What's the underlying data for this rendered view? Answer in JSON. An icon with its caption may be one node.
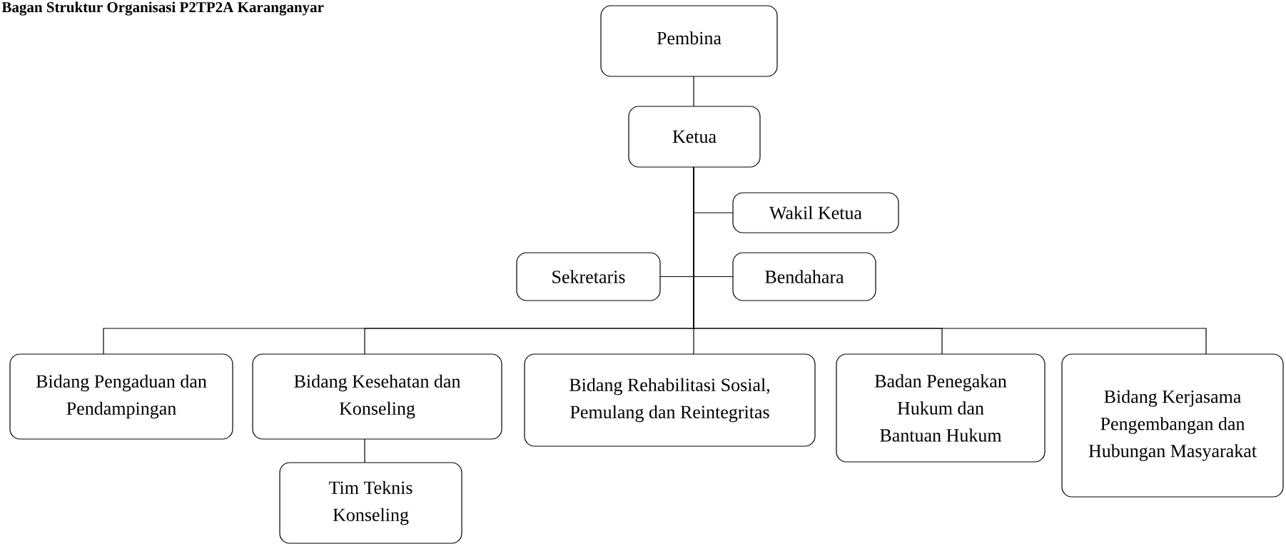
{
  "diagram": {
    "title": "Bagan Struktur Organisasi P2TP2A Karanganyar",
    "nodes": [
      {
        "text": [
          "Pembina"
        ]
      },
      {
        "text": [
          "Ketua"
        ]
      },
      {
        "text": [
          "Wakil Ketua"
        ]
      },
      {
        "text": [
          "Sekretaris"
        ]
      },
      {
        "text": [
          "Bendahara"
        ]
      },
      {
        "text": [
          "Bidang Pengaduan dan Pendampingan"
        ]
      },
      {
        "text": [
          "Bidang Kesehatan dan Konseling"
        ]
      },
      {
        "text": [
          "Tim Teknis Konseling"
        ]
      },
      {
        "text": [
          "Bidang Rehabilitasi Sosial, Pemulang dan Reintegritas"
        ]
      },
      {
        "text": [
          "Badan Penegakan Hukum dan Bantuan Hukum"
        ]
      },
      {
        "text": [
          "Bidang Kerjasama Pengembangan dan Hubungan Masyarakat"
        ]
      }
    ],
    "edges": [
      {
        "from": 0,
        "to": 1,
        "arrow": "none"
      },
      {
        "from": 1,
        "to": 2,
        "arrow": "none"
      },
      {
        "from": 1,
        "to": 3,
        "arrow": "none"
      },
      {
        "from": 1,
        "to": 4,
        "arrow": "none"
      },
      {
        "from": 1,
        "to": 5,
        "arrow": "none"
      },
      {
        "from": 1,
        "to": 6,
        "arrow": "none"
      },
      {
        "from": 1,
        "to": 8,
        "arrow": "none"
      },
      {
        "from": 1,
        "to": 9,
        "arrow": "none"
      },
      {
        "from": 1,
        "to": 10,
        "arrow": "none"
      },
      {
        "from": 6,
        "to": 7,
        "arrow": "none"
      }
    ]
  }
}
